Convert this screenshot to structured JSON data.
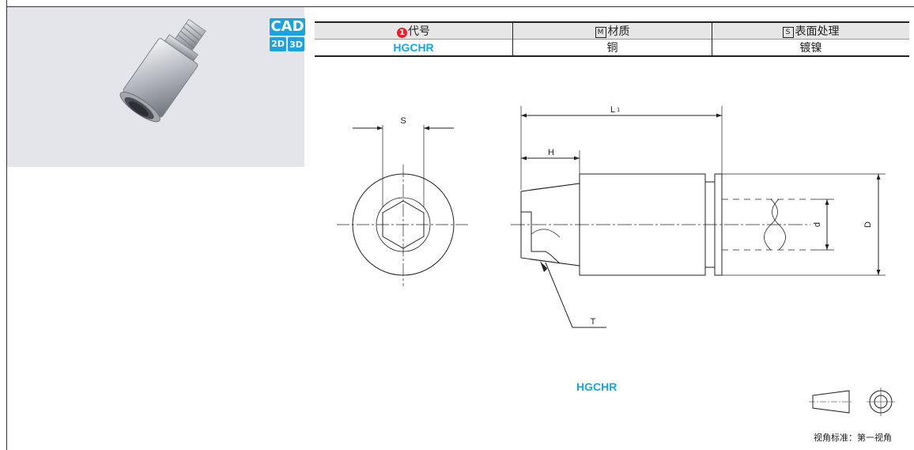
{
  "badge": {
    "cad": "CAD",
    "d2": "2D",
    "d3": "3D"
  },
  "table": {
    "headers": [
      {
        "marker": "1",
        "label": "代号"
      },
      {
        "marker": "M",
        "label": "材质"
      },
      {
        "marker": "S",
        "label": "表面处理"
      }
    ],
    "rows": [
      {
        "code": "HGCHR",
        "material": "铜",
        "finish": "镀镍"
      }
    ]
  },
  "drawing": {
    "dim_s": "S",
    "dim_l1": "L",
    "dim_l1_sub": "1",
    "dim_h": "H",
    "dim_d_small": "d",
    "dim_d_large": "D",
    "dim_t": "T"
  },
  "model_label": "HGCHR",
  "projection_caption": "视角标准：第一视角",
  "colors": {
    "accent": "#1aa3e0",
    "marker_red": "#e0242a",
    "photo_bg": "#e3e5ea"
  }
}
